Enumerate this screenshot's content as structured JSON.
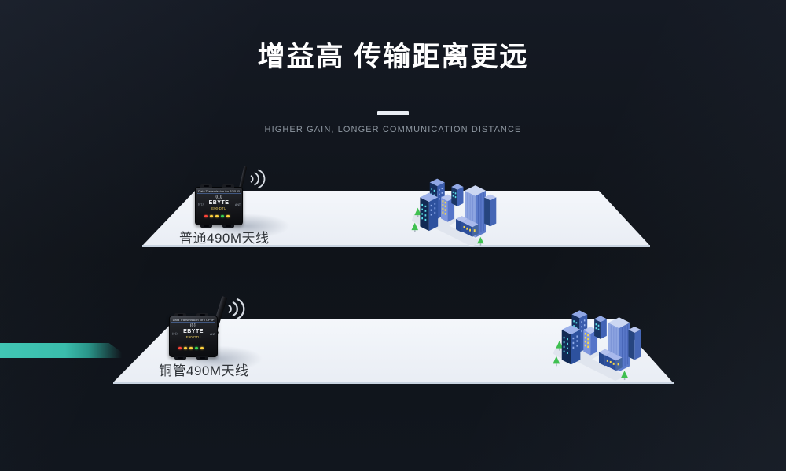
{
  "header": {
    "title": "增益高 传输距离更远",
    "subtitle": "HIGHER GAIN, LONGER COMMUNICATION DISTANCE"
  },
  "scenes": [
    {
      "label": "普通490M天线",
      "antenna": "ordinary-490M-antenna"
    },
    {
      "label": "铜管490M天线",
      "antenna": "copper-tube-490M-antenna"
    }
  ],
  "device": {
    "top_text": "Data Transmission for TCP IP",
    "logo_mark": "((·))",
    "brand": "EBYTE",
    "model": "E90-DTU",
    "port_label": "ANT"
  },
  "colors": {
    "background": "#10141c",
    "accent_teal": "#3bbfae",
    "platform_white": "#eef1f7",
    "platform_edge": "#c9d4e1",
    "building_blue": "#3a5cad",
    "building_light": "#8ea5e1",
    "window_yellow": "#f8d94b",
    "window_cyan": "#5ee1ea",
    "tree_green": "#3fc050",
    "title_white": "#ffffff",
    "subtitle_gray": "#8d96a0",
    "label_dark": "#2f3338",
    "led_red": "#ff4539",
    "led_yellow": "#ffd23e",
    "led_green": "#39d353"
  }
}
